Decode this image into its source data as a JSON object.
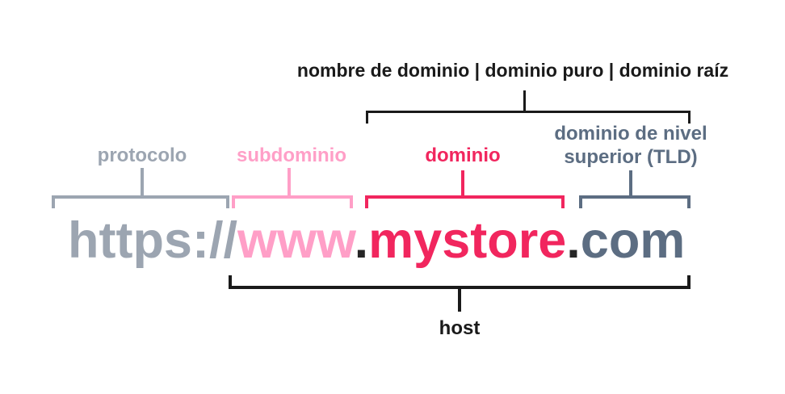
{
  "top_label": {
    "text": "nombre de dominio | dominio puro | dominio raíz"
  },
  "labels": {
    "protocol": "protocolo",
    "subdomain": "subdominio",
    "domain": "dominio",
    "tld": "dominio de nivel superior (TLD)"
  },
  "url": {
    "protocol": "https://",
    "subdomain": "www",
    "dot1": ".",
    "domain": "mystore",
    "dot2": ".",
    "tld": "com"
  },
  "bottom_label": {
    "text": "host"
  },
  "colors": {
    "protocol_gray": "#9CA5B1",
    "subdomain_pink": "#FF9FC7",
    "domain_magenta": "#F1265E",
    "tld_slate": "#5C6D82",
    "annotation_black": "#1A1A1A",
    "dot_dark": "#262626"
  }
}
